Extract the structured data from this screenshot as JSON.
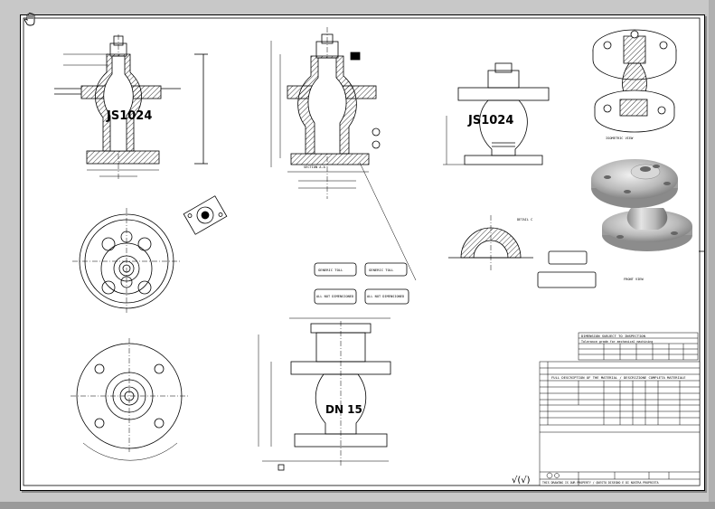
{
  "window": {
    "title": ""
  },
  "labels": {
    "flange_left_marking": "JS1024",
    "flange_right_marking": "JS1024",
    "nominal_size": "DN 15",
    "surface_finish": "√(√)"
  },
  "notes": {
    "box1": "DIMENSION SUBJECT TO INSPECTION",
    "box1_sub": "Tolerance grade for mechanical machining",
    "title_main": "FULL DESCRIPTION OF THE MATERIAL / DESCRIZIONE COMPLETA MATERIALE",
    "note_a": "ALL NOT DIMENSIONED",
    "note_b": "ALL NOT DIMENSIONED",
    "note_c": "GENERIC TOLL",
    "note_d": "GENERIC TOLL",
    "bottom_text": "THIS DRAWING IS OUR PROPERTY / QUESTO DISEGNO E DI NOSTRA PROPRIETA"
  },
  "view_labels": {
    "detail": "DETAIL C",
    "section_aa": "SECTION A-A",
    "iso_view": "ISOMETRIC VIEW",
    "front_view": "FRONT VIEW"
  },
  "colors": {
    "line": "#000000",
    "sheet": "#ffffff",
    "background": "#c8c8c8",
    "render_light": "#e0e0e0",
    "render_dark": "#7d7d7d",
    "hatch": "#000000"
  },
  "icons": {
    "cursor": "hand-cursor-icon"
  }
}
